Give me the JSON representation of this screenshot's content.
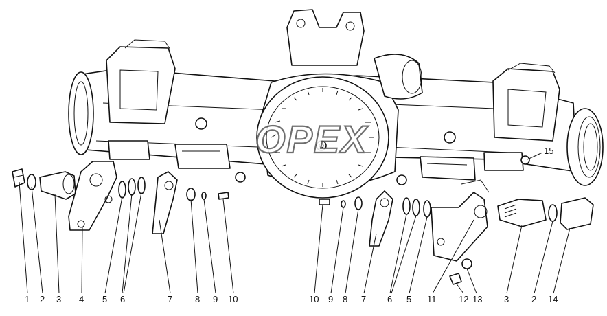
{
  "watermark": {
    "text": "OPEX"
  },
  "callouts_left": [
    "1",
    "2",
    "3",
    "4",
    "5",
    "6",
    "7",
    "8",
    "9",
    "10"
  ],
  "callouts_right": [
    "10",
    "9",
    "8",
    "7",
    "6",
    "5",
    "11",
    "12",
    "13",
    "3",
    "2",
    "14"
  ],
  "callout_top_right": "15"
}
